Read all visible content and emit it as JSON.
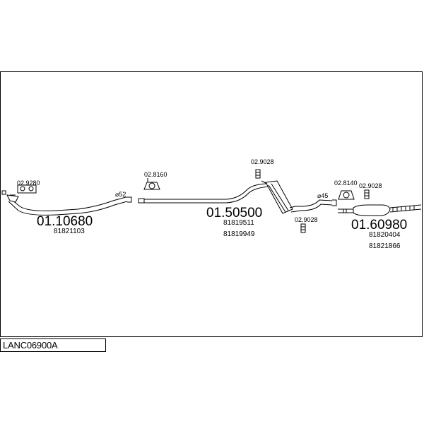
{
  "diagram_code": "LANC06900A",
  "parts": {
    "front_pipe": {
      "number": "01.10680",
      "oem": [
        "81821103"
      ]
    },
    "center_silencer": {
      "number": "01.50500",
      "oem": [
        "81819511",
        "81819949"
      ]
    },
    "rear_silencer": {
      "number": "01.60980",
      "oem": [
        "81820404",
        "81821866"
      ]
    }
  },
  "fittings": {
    "gasket_front": "02.9280",
    "hanger_1": "02.8160",
    "clamp_1": "02.9028",
    "clamp_2": "02.9028",
    "hanger_2": "02.8140",
    "clamp_3": "02.9028"
  },
  "diameters": {
    "d52": "⌀52",
    "d45": "⌀45"
  },
  "colors": {
    "line": "#000000",
    "background": "#ffffff"
  }
}
